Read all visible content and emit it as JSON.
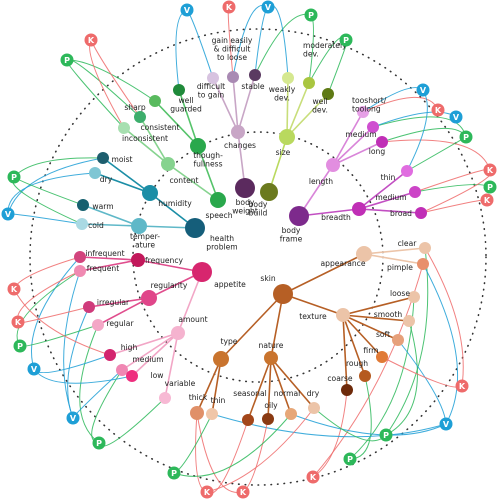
{
  "colors": {
    "V": "#1e9fd6",
    "P": "#2db85a",
    "K": "#ee6b6b",
    "guide": "#333333",
    "skin": "#b65f25",
    "skin_light": "#ecc4a8",
    "body": "#7d2a8c",
    "change": "#c8a6c6",
    "green": "#2aa84c",
    "teal": "#1b8ea6",
    "pink": "#d7266e"
  },
  "badges": [
    {
      "id": "b1",
      "letter": "K"
    },
    {
      "id": "b2",
      "letter": "V"
    },
    {
      "id": "b3",
      "letter": "P"
    },
    {
      "id": "b4",
      "letter": "V"
    },
    {
      "id": "b5",
      "letter": "P"
    },
    {
      "id": "b6",
      "letter": "K"
    },
    {
      "id": "b7",
      "letter": "V"
    },
    {
      "id": "b8",
      "letter": "P"
    },
    {
      "id": "b9",
      "letter": "K"
    },
    {
      "id": "b10",
      "letter": "P"
    },
    {
      "id": "b11",
      "letter": "V"
    },
    {
      "id": "b12",
      "letter": "P"
    },
    {
      "id": "b13",
      "letter": "V"
    },
    {
      "id": "b14",
      "letter": "K"
    },
    {
      "id": "b15",
      "letter": "K"
    },
    {
      "id": "b16",
      "letter": "K"
    },
    {
      "id": "b17",
      "letter": "P"
    },
    {
      "id": "b18",
      "letter": "K"
    },
    {
      "id": "b19",
      "letter": "V"
    },
    {
      "id": "b20",
      "letter": "P"
    },
    {
      "id": "b21",
      "letter": "V"
    },
    {
      "id": "b22",
      "letter": "P"
    },
    {
      "id": "b23",
      "letter": "K"
    },
    {
      "id": "b24",
      "letter": "V"
    },
    {
      "id": "b25",
      "letter": "P"
    },
    {
      "id": "b26",
      "letter": "K"
    },
    {
      "id": "b27",
      "letter": "P"
    },
    {
      "id": "b28",
      "letter": "P"
    },
    {
      "id": "b29",
      "letter": "K"
    },
    {
      "id": "b30",
      "letter": "K"
    }
  ],
  "nodes": {
    "skin": "skin",
    "appearance": "appearance",
    "clear": "clear",
    "pimple": "pimple",
    "texture": "texture",
    "loose": "loose",
    "smooth": "smooth",
    "soft": "soft",
    "firm": "firm",
    "rough": "rough",
    "coarse": "coarse",
    "type": "type",
    "nature": "nature",
    "thick": "thick",
    "thin_skin": "thin",
    "seasonal": "seasonal",
    "oily": "oily",
    "normal": "normal",
    "dry_skin": "dry",
    "body_frame": "body\nframe",
    "breadth": "breadth",
    "broad": "broad",
    "medium_breadth": "medium",
    "thin_breadth": "thin",
    "length": "length",
    "long": "long",
    "medium_length": "medium",
    "too_short": "tooshort/\ntoolong",
    "body_build": "body\nbuild",
    "size": "size",
    "weakly_dev": "weakly\ndev.",
    "moderately_dev": "moderately\ndev.",
    "well_dev": "well\ndev.",
    "body_weight": "body\nweight",
    "changes": "changes",
    "difficult_gain": "difficult\nto gain",
    "gain_easily": "gain easily\n& difficult\nto loose",
    "stable": "stable",
    "speech": "speech",
    "thoughtfulness": "though-\nfullness",
    "content": "content",
    "well_guarded": "well\nguarded",
    "sharp": "sharp",
    "consistent": "consistent",
    "inconsistent": "inconsistent",
    "health_problem": "health\nproblem",
    "humidity": "humidity",
    "moist": "moist",
    "dry_hum": "dry",
    "temperature": "temper-\nature",
    "warm": "warm",
    "cold": "cold",
    "appetite": "appetite",
    "frequency": "frequency",
    "infrequent": "infrequent",
    "frequent": "frequent",
    "regularity": "regularity",
    "irregular": "irregular",
    "regular": "regular",
    "amount": "amount",
    "high": "high",
    "medium_amount": "medium",
    "low": "low",
    "variable": "variable"
  }
}
